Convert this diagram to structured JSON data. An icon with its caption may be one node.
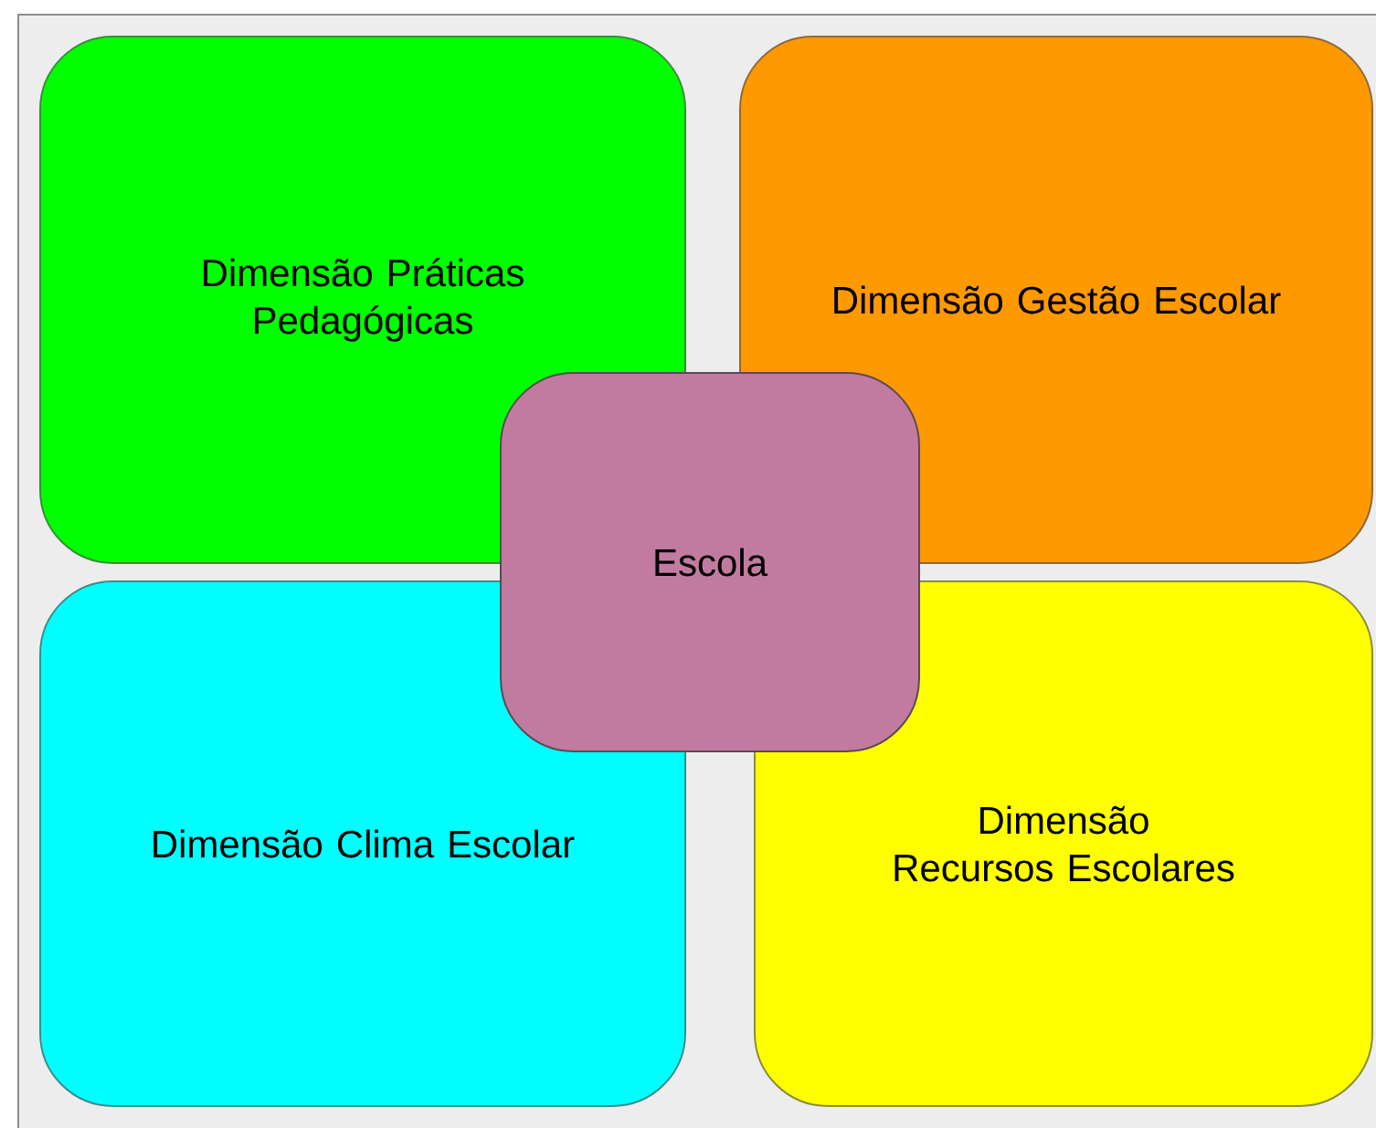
{
  "diagram": {
    "nodes": [
      {
        "text": [
          "Dimensão Práticas Pedagógicas"
        ]
      },
      {
        "text": [
          "Dimensão Gestão Escolar"
        ]
      },
      {
        "text": [
          "Dimensão Clima Escolar"
        ]
      },
      {
        "text": [
          "Dimensão Recursos Escolares"
        ]
      },
      {
        "text": [
          "Escola"
        ]
      }
    ]
  }
}
